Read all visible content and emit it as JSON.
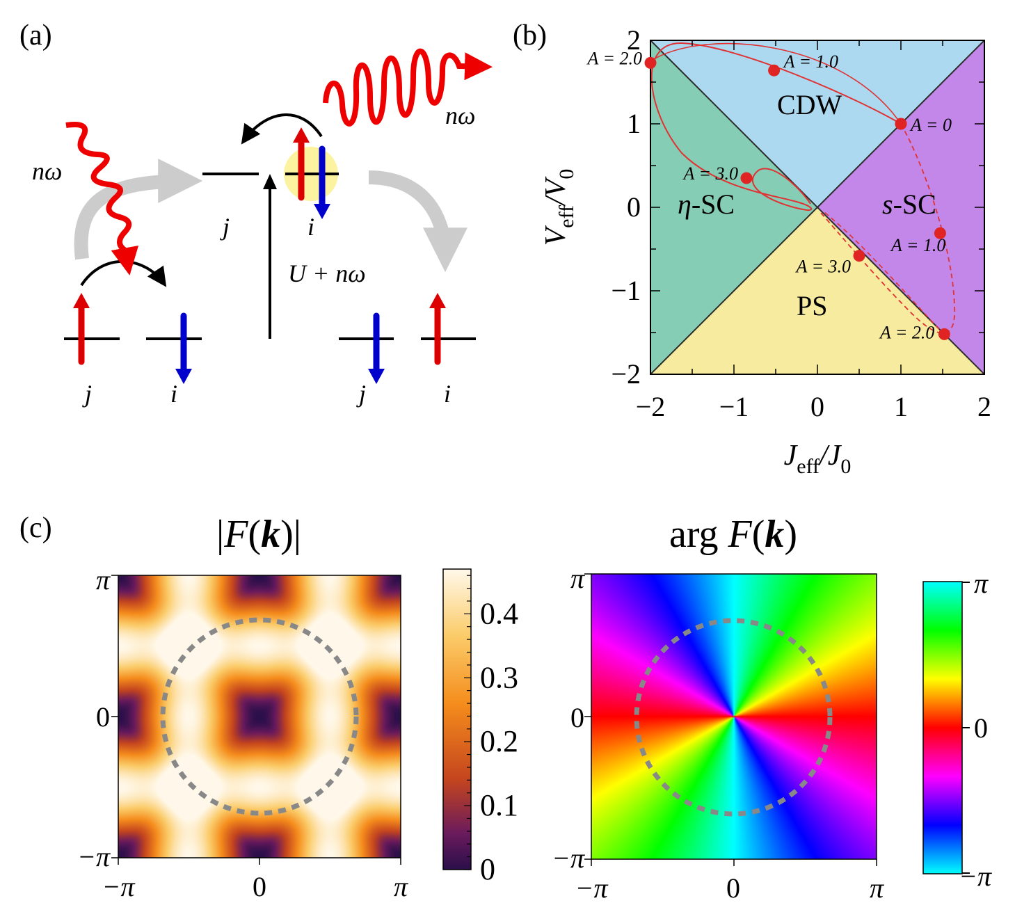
{
  "panels": {
    "a": "(a)",
    "b": "(b)",
    "c": "(c)"
  },
  "panel_a": {
    "photon_label": "nω",
    "site_j": "j",
    "site_i": "i",
    "energy_label": "U + nω"
  },
  "chart_data": [
    {
      "type": "area",
      "panel": "(b)",
      "xlabel": "J_eff/J_0",
      "ylabel": "V_eff/V_0",
      "xlim": [
        -2,
        2
      ],
      "ylim": [
        -2,
        2
      ],
      "x_ticks": [
        "−2",
        "−1",
        "0",
        "1",
        "2"
      ],
      "y_ticks": [
        "−2",
        "−1",
        "0",
        "1",
        "2"
      ],
      "regions": [
        {
          "name": "CDW",
          "color": "#acd8f0"
        },
        {
          "name": "η-SC",
          "color": "#86cdb5"
        },
        {
          "name": "s-SC",
          "color": "#c287e8"
        },
        {
          "name": "PS",
          "color": "#f6eb9e"
        }
      ],
      "region_labels": {
        "CDW": "CDW",
        "eta_sc_greek": "η",
        "eta_sc_suffix": "-SC",
        "s_sc_letter": "s",
        "s_sc_suffix": "-SC",
        "PS": "PS"
      },
      "series": [
        {
          "style": "solid",
          "points": [
            {
              "x": -2.0,
              "y": 1.73,
              "label": "A = 2.0"
            },
            {
              "x": -0.52,
              "y": 1.64,
              "label": "A = 1.0"
            },
            {
              "x": 1.0,
              "y": 1.0,
              "label": "A = 0"
            },
            {
              "x": -0.85,
              "y": 0.35,
              "label": "A = 3.0"
            }
          ]
        },
        {
          "style": "dashed",
          "points": [
            {
              "x": 1.0,
              "y": 1.0,
              "label": ""
            },
            {
              "x": 1.47,
              "y": -0.31,
              "label": "A = 1.0"
            },
            {
              "x": 1.52,
              "y": -1.52,
              "label": "A = 2.0"
            },
            {
              "x": 0.5,
              "y": -0.58,
              "label": "A = 3.0"
            }
          ]
        }
      ]
    },
    {
      "type": "heatmap",
      "panel": "(c)",
      "title": "|F(k)|",
      "x_ticks": [
        "−π",
        "0",
        "π"
      ],
      "y_ticks": [
        "π",
        "0",
        "−π"
      ],
      "colorbar": {
        "min": 0,
        "max": 0.47,
        "ticks": [
          "0",
          "0.1",
          "0.2",
          "0.3",
          "0.4"
        ],
        "colors": [
          "#2a0f4a",
          "#e8721a",
          "#fff3d6"
        ]
      }
    },
    {
      "type": "heatmap",
      "panel": "(c)",
      "title": "arg F(k)",
      "x_ticks": [
        "−π",
        "0",
        "π"
      ],
      "y_ticks": [
        "π",
        "0",
        "−π"
      ],
      "colorbar": {
        "ticks": [
          "π",
          "0",
          "−π"
        ],
        "colors": [
          "#00ffff",
          "#00ff00",
          "#ffff00",
          "#ff0000",
          "#ff00ff",
          "#0000ff",
          "#00ffff"
        ]
      }
    }
  ],
  "colors": {
    "spin_up": "#dd0000",
    "spin_down": "#0000cc",
    "photon": "#ee0000",
    "highlight": "#fbf3a0",
    "transfer_arrow": "#cccccc",
    "trajectory": "#e03232",
    "dashed_circle": "#888888"
  }
}
